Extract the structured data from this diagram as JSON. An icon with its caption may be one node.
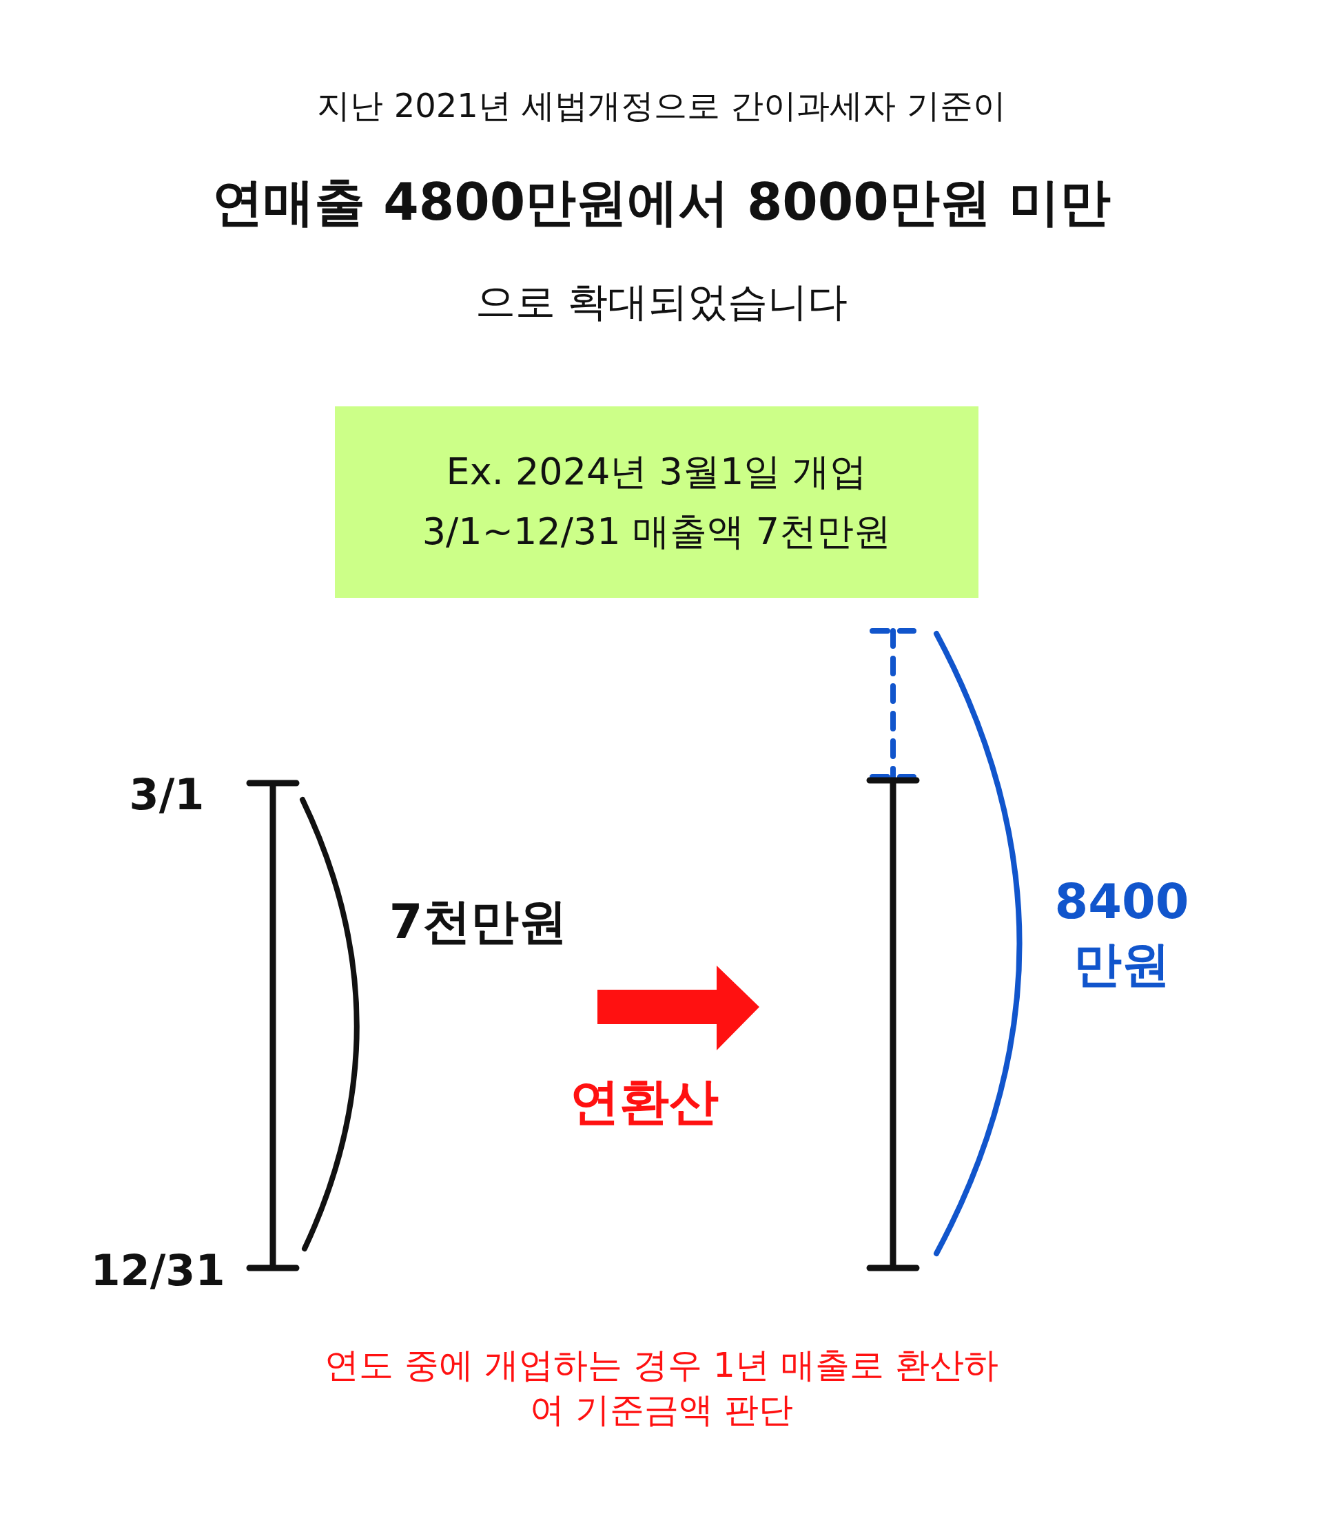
{
  "diagram": {
    "nodes": [
      {
        "text": [
          "Ex. 2024년 3월1일 개업",
          "3/1~12/31 매출액 7천만원"
        ]
      }
    ],
    "labels": [
      "지난 2021년 세법개정으로 간이과세자 기준이",
      "연매출 4800만원에서 8000만원 미만",
      "으로 확대되었습니다",
      "3/1",
      "12/31",
      "7천만원",
      "연환산",
      "8400 만원",
      "연도 중에 개업하는 경우 1년 매출로 환산하여 기준금액 판단"
    ]
  }
}
